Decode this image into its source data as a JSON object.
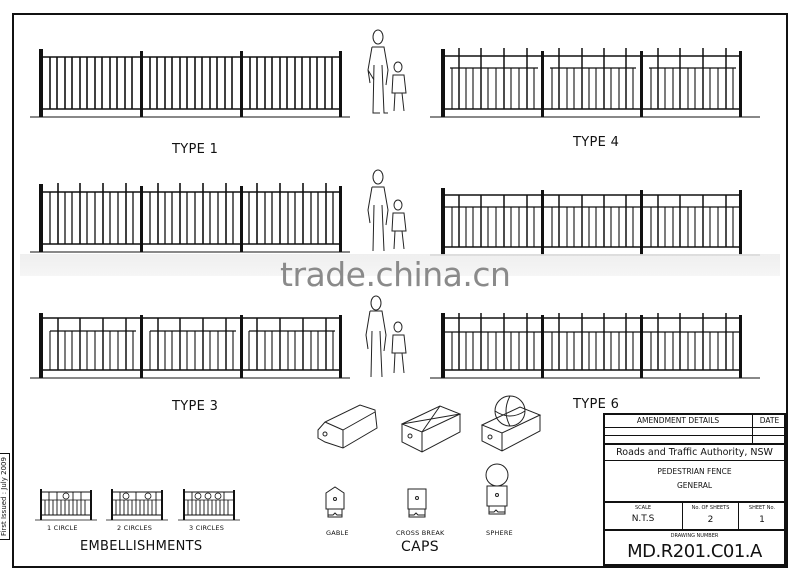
{
  "drawing": {
    "fence_types": [
      {
        "id": "type1",
        "label": "TYPE 1"
      },
      {
        "id": "type4",
        "label": "TYPE 4"
      },
      {
        "id": "type3",
        "label": "TYPE 3"
      },
      {
        "id": "type6",
        "label": "TYPE 6"
      }
    ],
    "embellishments": {
      "title": "EMBELLISHMENTS",
      "items": [
        {
          "label": "1 CIRCLE"
        },
        {
          "label": "2 CIRCLES"
        },
        {
          "label": "3 CIRCLES"
        }
      ]
    },
    "caps": {
      "title": "CAPS",
      "items": [
        {
          "label": "GABLE"
        },
        {
          "label": "CROSS BREAK"
        },
        {
          "label": "SPHERE"
        }
      ]
    },
    "first_issued": "First Issued : July 2009",
    "watermark": "trade.china.cn"
  },
  "title_block": {
    "amendment_header": "AMENDMENT DETAILS",
    "date_header": "DATE",
    "authority": "Roads and Traffic Authority, NSW",
    "title_line1": "PEDESTRIAN FENCE",
    "title_line2": "GENERAL",
    "scale_label": "SCALE",
    "scale_value": "N.T.S",
    "sheets_label": "No. OF SHEETS",
    "sheets_value": "2",
    "sheet_no_label": "SHEET No.",
    "sheet_no_value": "1",
    "drawing_number_label": "DRAWING NUMBER",
    "drawing_number": "MD.R201.C01.A"
  },
  "colors": {
    "ink": "#111111",
    "watermark": "#8a8a8a"
  }
}
